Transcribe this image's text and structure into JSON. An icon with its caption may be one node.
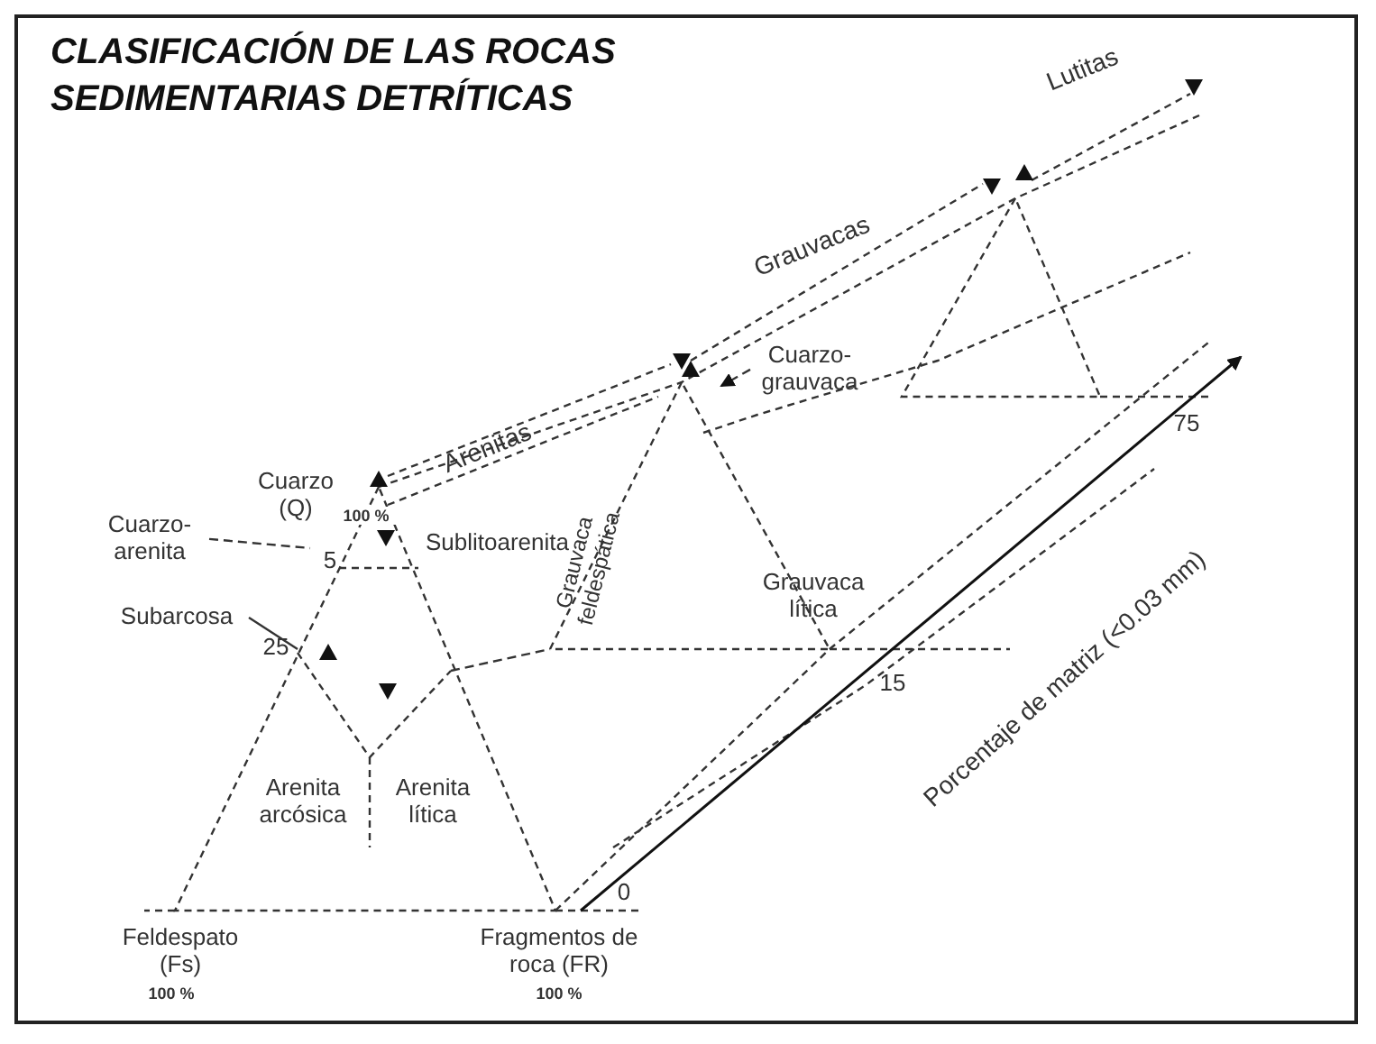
{
  "diagram": {
    "title": "CLASIFICACIÓN DE LAS ROCAS SEDIMENTARIAS DETRÍTICAS",
    "nodes": [
      {
        "text": [
          "Cuarzo-arenita"
        ]
      },
      {
        "text": [
          "Subarcosa"
        ]
      },
      {
        "text": [
          "Cuarzo-grauvaca"
        ]
      },
      {
        "text": [],
        "shape": "triangle"
      },
      {
        "text": [],
        "shape": "triangle"
      }
    ],
    "edges": [
      {
        "from": 0,
        "to": 3,
        "arrow": "none",
        "style": "dashed"
      },
      {
        "from": 1,
        "to": 3,
        "arrow": "none"
      },
      {
        "from": 2,
        "to": 4,
        "arrow": "to",
        "style": "dashed"
      },
      {
        "from": 3,
        "to": 4,
        "arrow": "none",
        "style": "dashed"
      }
    ],
    "labels": [
      "Lutitas",
      "Grauvacas",
      "Arenitas",
      "75",
      "Cuarzo (Q)",
      "100 %",
      "5",
      "Sublitoarenita",
      "25",
      "Grauvaca feldespática",
      "Grauvaca lítica",
      "15",
      "Arenita arcósica",
      "Arenita lítica",
      "0",
      "Porcentaje de matriz (<0.03 mm)",
      "Feldespato (Fs)",
      "100 %",
      "Fragmentos de roca (FR)",
      "100 %"
    ]
  }
}
